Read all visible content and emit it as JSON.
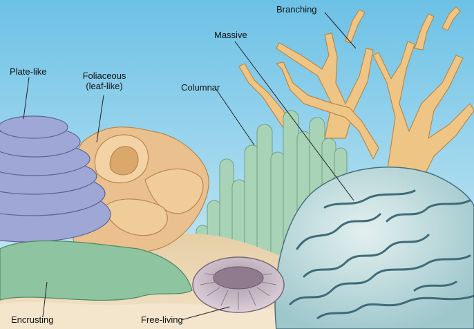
{
  "labels": {
    "plate_like": "Plate-like",
    "foliaceous_line1": "Foliaceous",
    "foliaceous_line2": "(leaf-like)",
    "columnar": "Columnar",
    "massive": "Massive",
    "branching": "Branching",
    "encrusting": "Encrusting",
    "free_living": "Free-living"
  },
  "colors": {
    "water_top": "#7ec9e8",
    "water_bottom": "#cbe9f3",
    "sand": "#ead7b6",
    "plate_coral": "#9fa7d6",
    "leaf_coral": "#e9c08e",
    "columnar_coral": "#a9d3b6",
    "massive_coral": "#cfe3e6",
    "branching_coral": "#efc585",
    "encrusting_coral": "#8fc4a0",
    "free_living_coral": "#c9b8c6"
  }
}
